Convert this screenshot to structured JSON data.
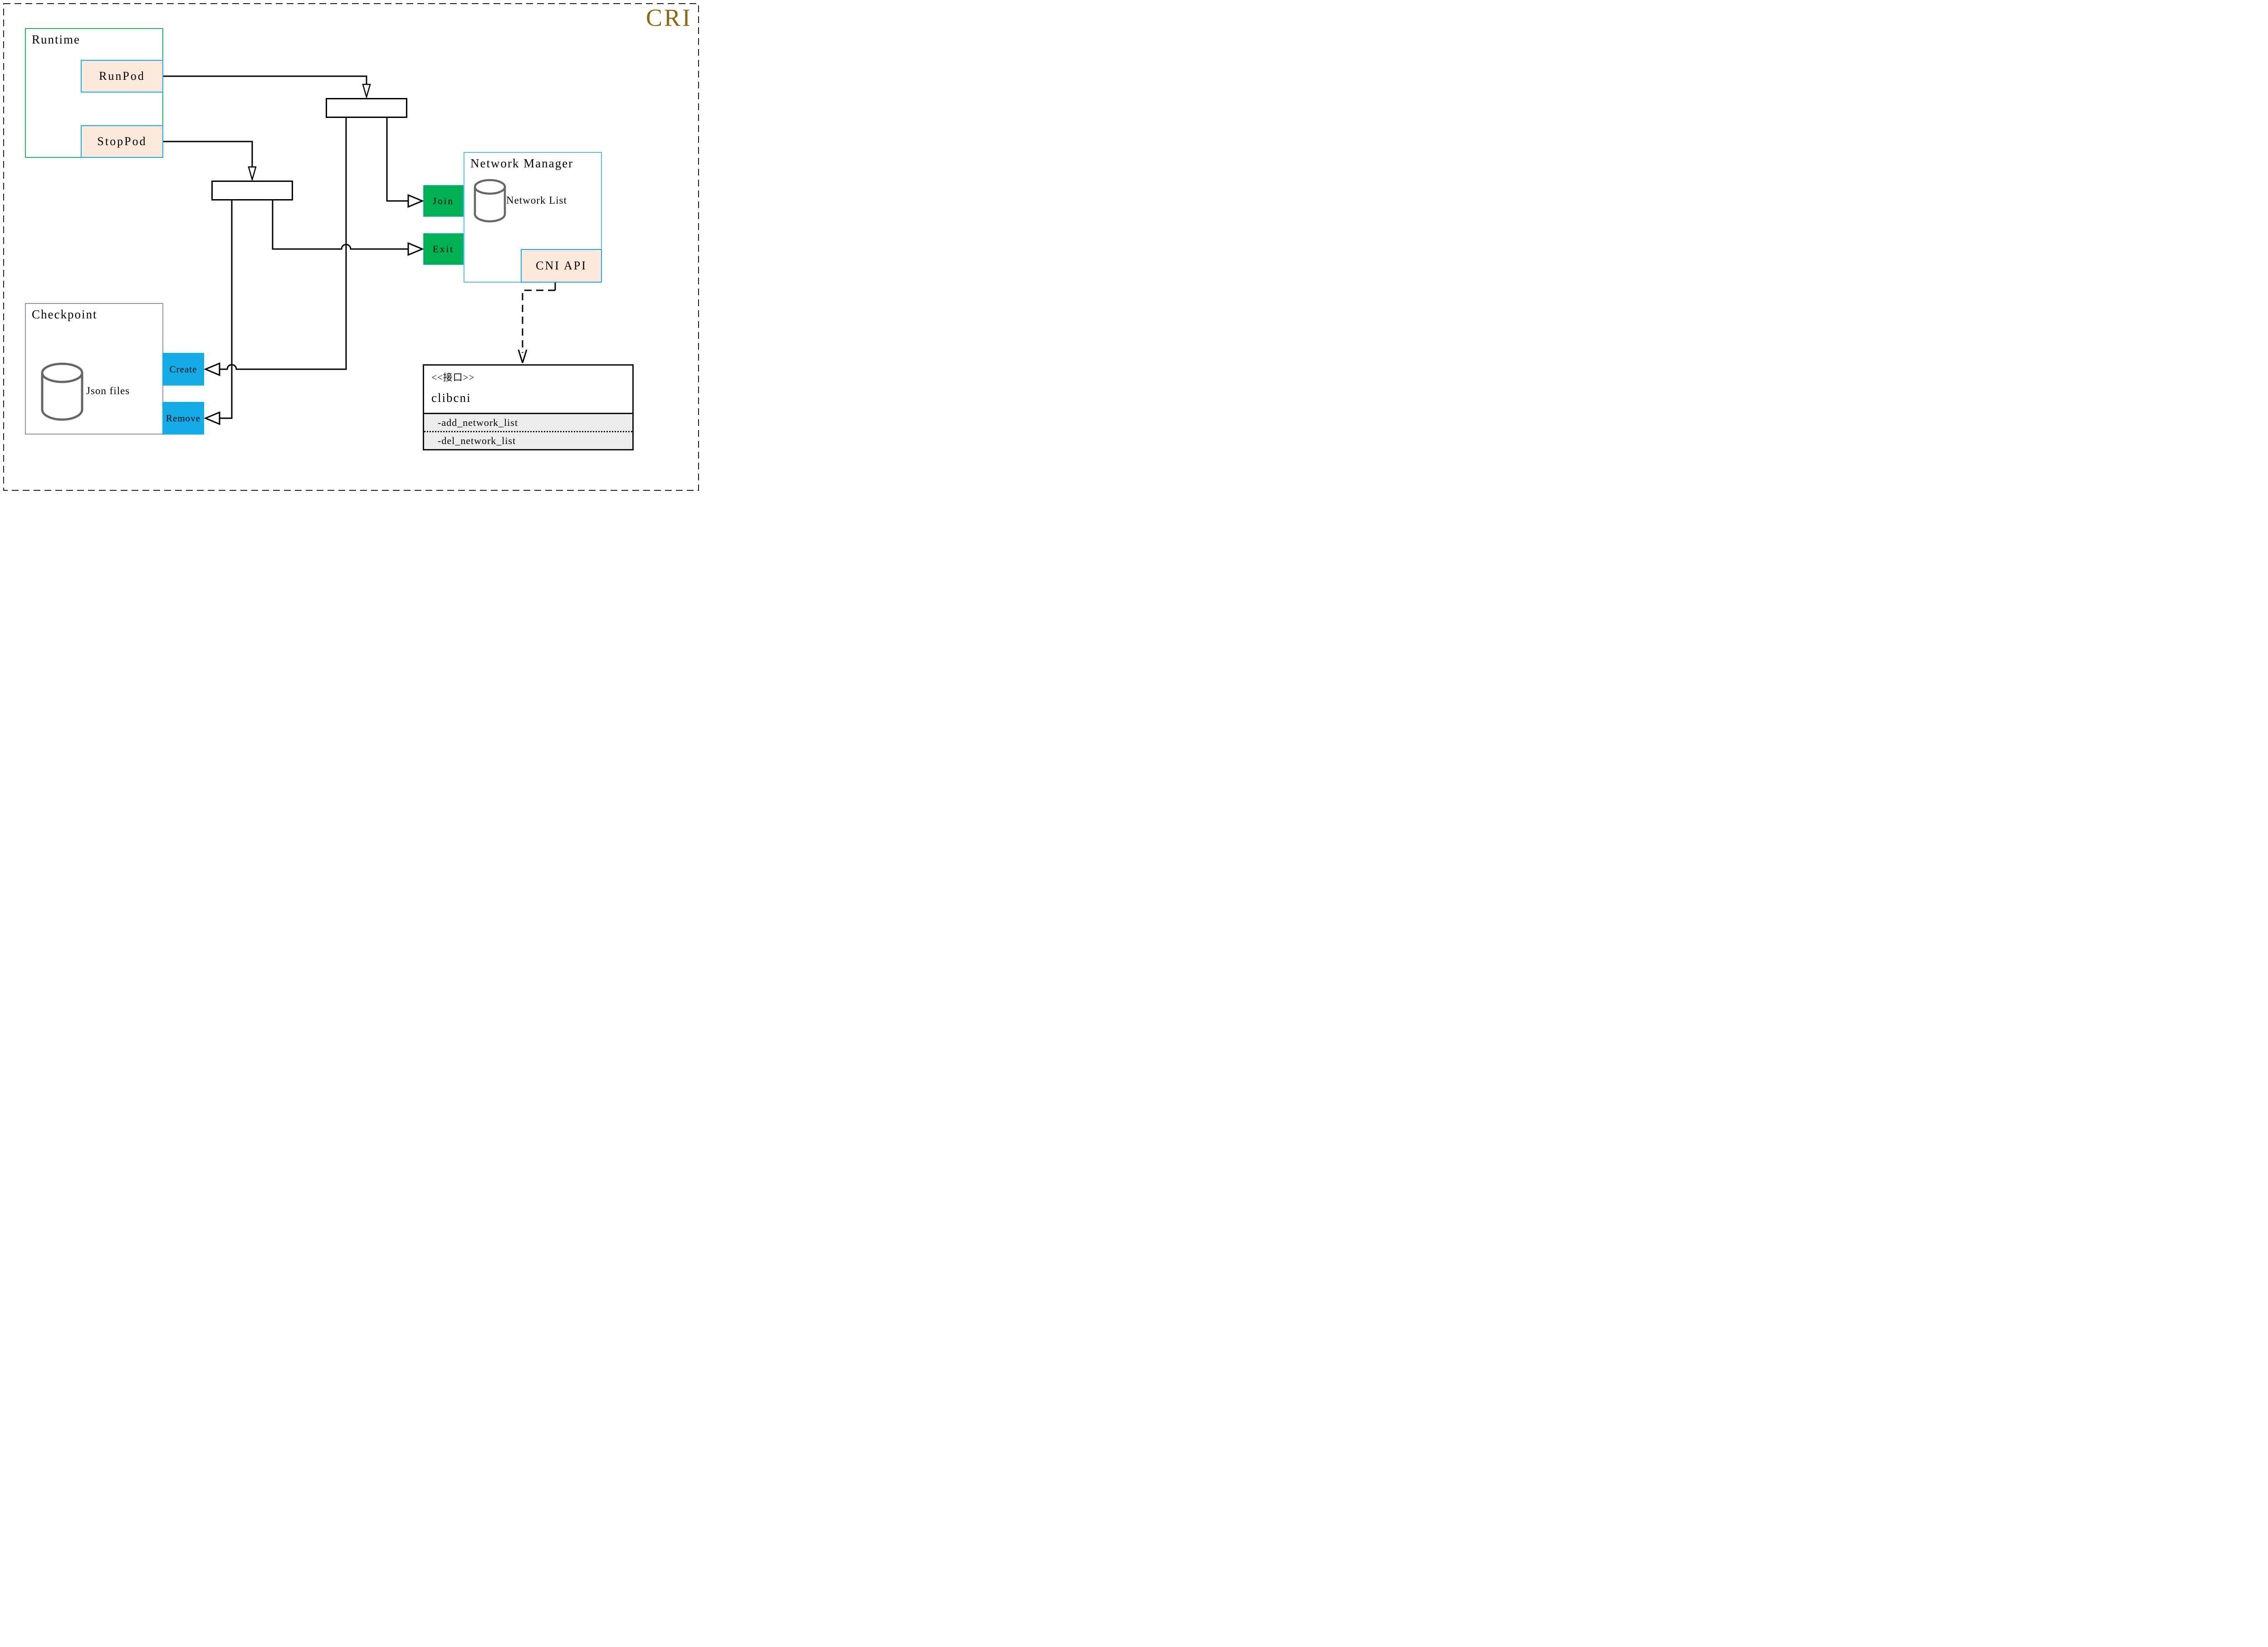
{
  "page": {
    "badge": "CRI"
  },
  "colors": {
    "cri_title": "#8B6912",
    "runtime_border": "#27B05E",
    "network_manager_border": "#56BBEE",
    "checkpoint_border": "#9B8AB8",
    "peach_fill": "#FCE8DA",
    "peach_border": "#18A8E8",
    "green_fill": "#00B153",
    "cyan_fill": "#14ACE8",
    "interface_body_fill": "#EDEDED",
    "cylinder_stroke": "#666666",
    "connector": "#000000"
  },
  "runtime": {
    "title": "Runtime",
    "buttons": [
      {
        "label": "RunPod"
      },
      {
        "label": "StopPod"
      }
    ]
  },
  "network_manager": {
    "title": "Network Manager",
    "datastore_label": "Network List",
    "join_label": "Join",
    "exit_label": "Exit",
    "api_label": "CNI API"
  },
  "checkpoint": {
    "title": "Checkpoint",
    "datastore_label": "Json files",
    "create_label": "Create",
    "remove_label": "Remove"
  },
  "interface_box": {
    "stereotype": "<<接口>>",
    "name": "clibcni",
    "members": [
      {
        "label": "-add_network_list"
      },
      {
        "label": "-del_network_list"
      }
    ]
  },
  "icons": {
    "network_list_icon": "database-cylinder",
    "json_files_icon": "database-cylinder"
  }
}
